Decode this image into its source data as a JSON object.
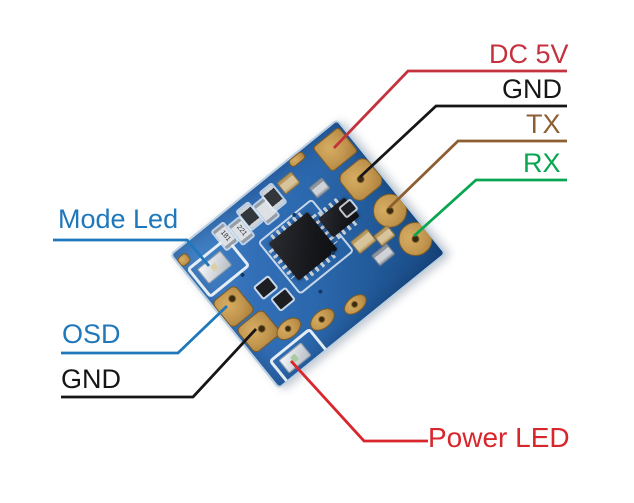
{
  "labels": {
    "dc5v": {
      "text": "DC 5V",
      "color": "#c4323e"
    },
    "gnd_top": {
      "text": "GND",
      "color": "#161616"
    },
    "tx": {
      "text": "TX",
      "color": "#8c5e31"
    },
    "rx": {
      "text": "RX",
      "color": "#0aa551"
    },
    "mode_led": {
      "text": "Mode Led",
      "color": "#1e78bb"
    },
    "osd": {
      "text": "OSD",
      "color": "#1e78bb"
    },
    "gnd_bottom": {
      "text": "GND",
      "color": "#161616"
    },
    "power_led": {
      "text": "Power LED",
      "color": "#d8262c"
    }
  },
  "board": {
    "pcb_color": "#2e6eb6",
    "pad_gold_color": "#c59a55",
    "silkscreen_color": "#edf2f7",
    "ic_color": "#1a1c20",
    "markings": {
      "r1": "181",
      "r2": "221"
    }
  }
}
